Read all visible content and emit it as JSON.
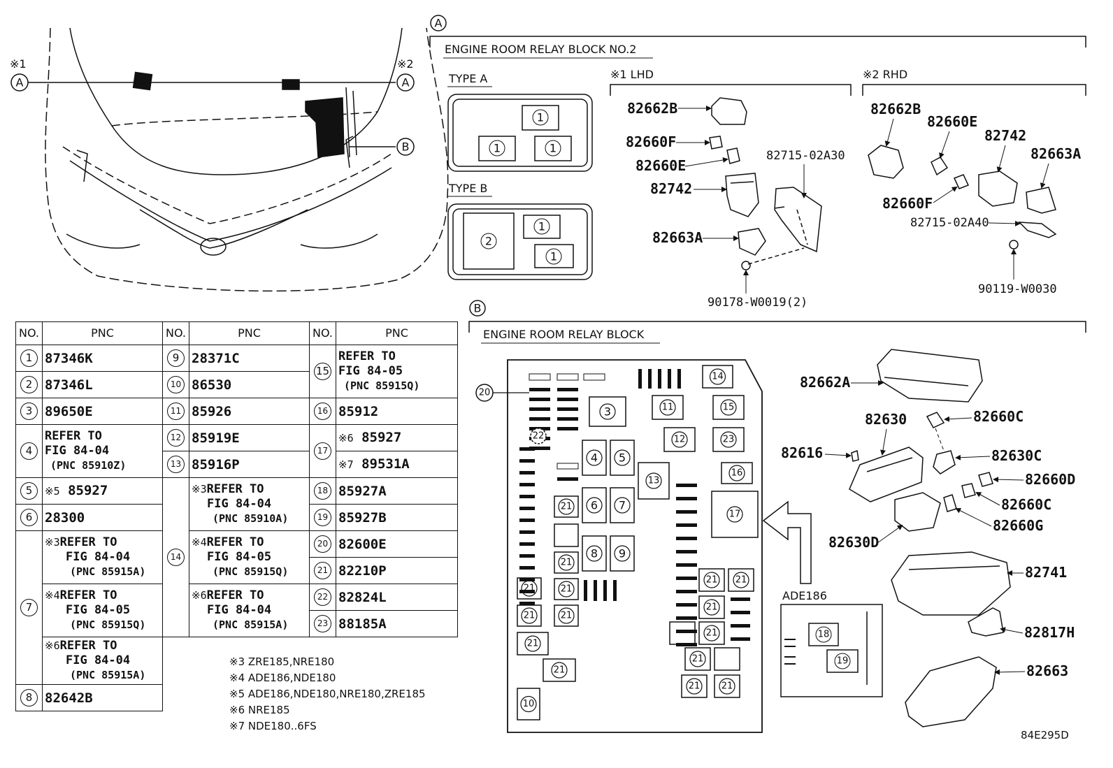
{
  "section_a": {
    "letter": "A",
    "title": "ENGINE ROOM RELAY BLOCK NO.2",
    "type_a": "TYPE A",
    "type_b": "TYPE B",
    "lhd": "※1 LHD",
    "rhd": "※2 RHD",
    "lhd_parts": [
      "82662B",
      "82660F",
      "82660E",
      "82742",
      "82663A",
      "82715-02A30",
      "90178-W0019(2)"
    ],
    "rhd_parts": [
      "82662B",
      "82660E",
      "82742",
      "82663A",
      "82660F",
      "82715-02A40",
      "90119-W0030"
    ]
  },
  "section_b": {
    "letter": "B",
    "title": "ENGINE ROOM RELAY BLOCK",
    "ade": "ADE186",
    "parts": [
      "82662A",
      "82630",
      "82660C",
      "82616",
      "82630C",
      "82660D",
      "82660C",
      "82660G",
      "82630D",
      "82741",
      "82817H",
      "82663"
    ]
  },
  "vehicle": {
    "mark1": "※1",
    "mark2": "※2",
    "a": "A",
    "b": "B"
  },
  "table": {
    "no_header": "NO.",
    "pnc_header": "PNC",
    "rows": {
      "r1": {
        "no": "1",
        "pnc": "87346K"
      },
      "r2": {
        "no": "2",
        "pnc": "87346L"
      },
      "r3": {
        "no": "3",
        "pnc": "89650E"
      },
      "r4": {
        "no": "4",
        "l1": "REFER TO",
        "l2": "FIG 84-04",
        "l3": "(PNC 85910Z)"
      },
      "r5": {
        "no": "5",
        "mark": "※5",
        "pnc": "85927"
      },
      "r6": {
        "no": "6",
        "pnc": "28300"
      },
      "r7": {
        "no": "7",
        "a_mark": "※3",
        "a_l1": "REFER TO",
        "a_l2": "FIG 84-04",
        "a_l3": "(PNC 85915A)",
        "b_mark": "※4",
        "b_l1": "REFER TO",
        "b_l2": "FIG 84-05",
        "b_l3": "(PNC 85915Q)",
        "c_mark": "※6",
        "c_l1": "REFER TO",
        "c_l2": "FIG 84-04",
        "c_l3": "(PNC 85915A)"
      },
      "r8": {
        "no": "8",
        "pnc": "82642B"
      },
      "r9": {
        "no": "9",
        "pnc": "28371C"
      },
      "r10": {
        "no": "10",
        "pnc": "86530"
      },
      "r11": {
        "no": "11",
        "pnc": "85926"
      },
      "r12": {
        "no": "12",
        "pnc": "85919E"
      },
      "r13": {
        "no": "13",
        "pnc": "85916P"
      },
      "r14": {
        "no": "14",
        "a_mark": "※3",
        "a_l1": "REFER TO",
        "a_l2": "FIG 84-04",
        "a_l3": "(PNC 85910A)",
        "b_mark": "※4",
        "b_l1": "REFER TO",
        "b_l2": "FIG 84-05",
        "b_l3": "(PNC 85915Q)",
        "c_mark": "※6",
        "c_l1": "REFER TO",
        "c_l2": "FIG 84-04",
        "c_l3": "(PNC 85915A)"
      },
      "r15": {
        "no": "15",
        "l1": "REFER TO",
        "l2": "FIG 84-05",
        "l3": "(PNC 85915Q)"
      },
      "r16": {
        "no": "16",
        "pnc": "85912"
      },
      "r17": {
        "no": "17",
        "a_mark": "※6",
        "a_pnc": "85927",
        "b_mark": "※7",
        "b_pnc": "89531A"
      },
      "r18": {
        "no": "18",
        "pnc": "85927A"
      },
      "r19": {
        "no": "19",
        "pnc": "85927B"
      },
      "r20": {
        "no": "20",
        "pnc": "82600E"
      },
      "r21": {
        "no": "21",
        "pnc": "82210P"
      },
      "r22": {
        "no": "22",
        "pnc": "82824L"
      },
      "r23": {
        "no": "23",
        "pnc": "88185A"
      }
    }
  },
  "notes": [
    "※3 ZRE185,NRE180",
    "※4 ADE186,NDE180",
    "※5 ADE186,NDE180,NRE180,ZRE185",
    "※6 NRE185",
    "※7 NDE180..6FS"
  ],
  "figure_code": "84E295D"
}
